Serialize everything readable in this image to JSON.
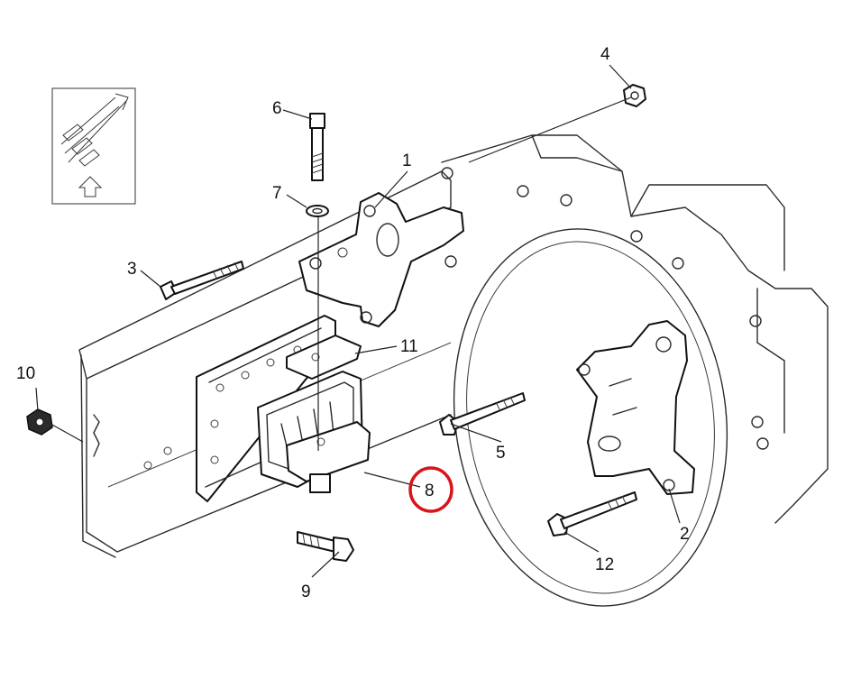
{
  "diagram": {
    "callouts": [
      {
        "id": "1",
        "text": "1"
      },
      {
        "id": "2",
        "text": "2"
      },
      {
        "id": "3",
        "text": "3"
      },
      {
        "id": "4",
        "text": "4"
      },
      {
        "id": "5",
        "text": "5"
      },
      {
        "id": "6",
        "text": "6"
      },
      {
        "id": "7",
        "text": "7"
      },
      {
        "id": "8",
        "text": "8",
        "highlighted": true
      },
      {
        "id": "9",
        "text": "9"
      },
      {
        "id": "10",
        "text": "10"
      },
      {
        "id": "11",
        "text": "11"
      },
      {
        "id": "12",
        "text": "12"
      }
    ],
    "highlight_color": "#d9141b",
    "orientation_icon": "forward-direction-arrow-icon"
  }
}
